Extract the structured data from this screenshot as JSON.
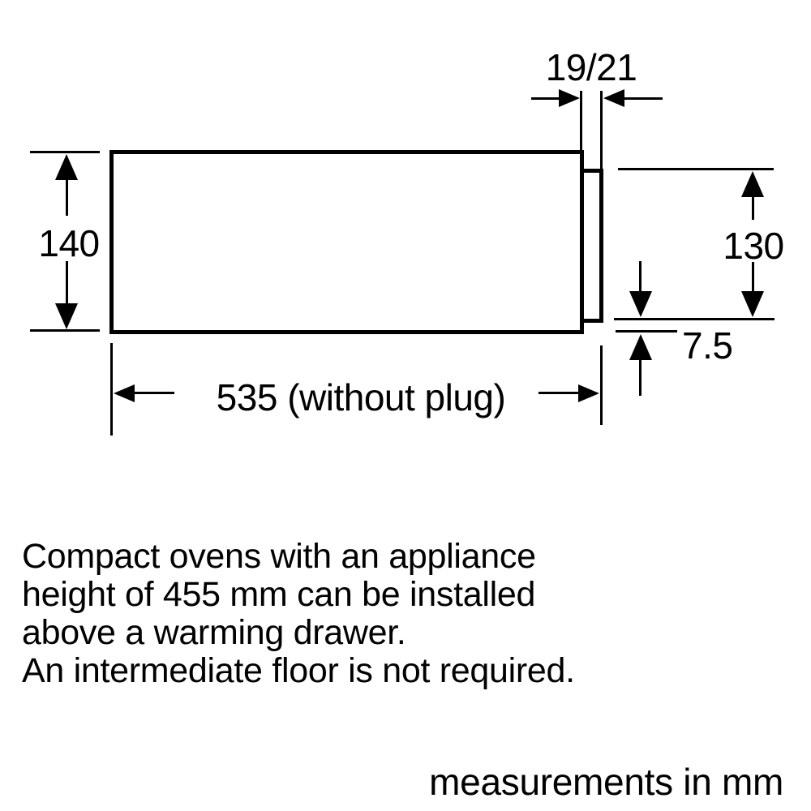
{
  "colors": {
    "line": "#000000",
    "background": "#ffffff"
  },
  "diagram": {
    "plug_width_label": "19/21",
    "body_height_label": "140",
    "rear_height_label": "130",
    "bottom_offset_label": "7.5",
    "body_width_label": "535 (without plug)"
  },
  "notes": {
    "lines": [
      "Compact ovens with an appliance",
      "height of 455 mm can be installed",
      "above a warming drawer.",
      "An intermediate floor is not required."
    ]
  },
  "footer": {
    "units_label": "measurements in mm"
  }
}
